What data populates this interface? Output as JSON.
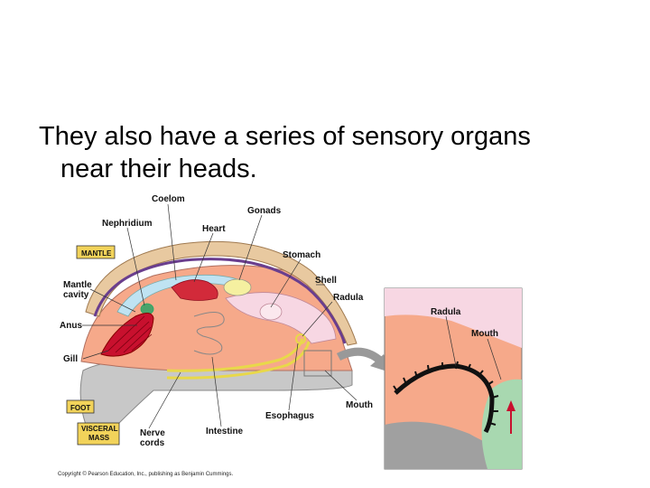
{
  "slide": {
    "text_line1": "They also have a series of sensory organs",
    "text_line2": "near their heads."
  },
  "diagram": {
    "labels": {
      "coelom": "Coelom",
      "nephridium": "Nephridium",
      "heart": "Heart",
      "gonads": "Gonads",
      "stomach": "Stomach",
      "shell": "Shell",
      "radula": "Radula",
      "mantle_cavity": "Mantle cavity",
      "anus": "Anus",
      "gill": "Gill",
      "nerve_cords": "Nerve cords",
      "intestine": "Intestine",
      "esophagus": "Esophagus",
      "mouth": "Mouth",
      "inset_radula": "Radula",
      "inset_mouth": "Mouth"
    },
    "keys": {
      "mantle": "MANTLE",
      "foot": "FOOT",
      "visceral_mass": "VISCERAL MASS"
    },
    "colors": {
      "key_box": "#f2d35a",
      "gill": "#c8102e",
      "shell": "#e8c9a0",
      "mantle": "#6a3e8e",
      "foot": "#c8c8c8",
      "visceral": "#f6a98a",
      "stomach": "#f7d7e3",
      "inset_bg": "#f6a98a",
      "inset_gum": "#a8d8b0"
    }
  },
  "copyright": "Copyright © Pearson Education, Inc., publishing as Benjamin Cummings."
}
